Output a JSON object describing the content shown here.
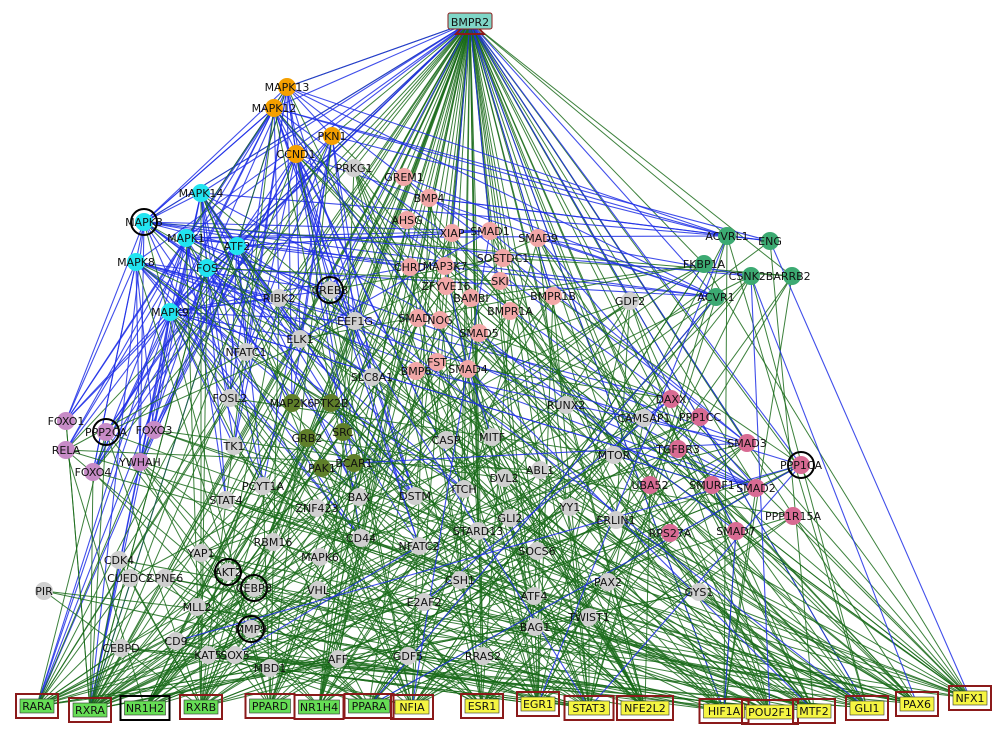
{
  "network": {
    "root": "BMPR2",
    "colors": {
      "activation_edge": "#1a6b1a",
      "inhibition_edge": "#1f2fe6",
      "root_fill": "#7fd6c7",
      "root_border": "#8b1a1a",
      "orange": "#f5a000",
      "cyan": "#22e4f0",
      "pink": "#f2a7a7",
      "green": "#3caa72",
      "magenta": "#d86b93",
      "purple": "#c78bc7",
      "olive": "#5f7f2a",
      "grey": "#cfcfcf",
      "tf_green": "#66dd55",
      "tf_yellow": "#f5f542",
      "tf_border": "#8b1a1a"
    },
    "nodes": [
      {
        "id": "BMPR2",
        "group": "root"
      },
      {
        "id": "MAPK13",
        "group": "orange"
      },
      {
        "id": "MAPK12",
        "group": "orange"
      },
      {
        "id": "PKN1",
        "group": "orange"
      },
      {
        "id": "CCND1",
        "group": "orange"
      },
      {
        "id": "PRKG1",
        "group": "grey"
      },
      {
        "id": "MAPK14",
        "group": "cyan"
      },
      {
        "id": "MAPK3",
        "group": "cyan",
        "hub": true
      },
      {
        "id": "MAPK1",
        "group": "cyan"
      },
      {
        "id": "ATF2",
        "group": "cyan"
      },
      {
        "id": "MAPK8",
        "group": "cyan"
      },
      {
        "id": "FOS",
        "group": "cyan"
      },
      {
        "id": "MAPK9",
        "group": "cyan"
      },
      {
        "id": "GREM1",
        "group": "pink"
      },
      {
        "id": "BMP4",
        "group": "pink"
      },
      {
        "id": "AHSG",
        "group": "pink"
      },
      {
        "id": "XIAP",
        "group": "pink"
      },
      {
        "id": "SMAD1",
        "group": "pink"
      },
      {
        "id": "SMAD9",
        "group": "pink"
      },
      {
        "id": "CHRD",
        "group": "pink"
      },
      {
        "id": "MAP3K7",
        "group": "pink"
      },
      {
        "id": "SOSTDC1",
        "group": "pink"
      },
      {
        "id": "SKI",
        "group": "pink"
      },
      {
        "id": "ZFYVE16",
        "group": "pink"
      },
      {
        "id": "BAMBI",
        "group": "pink"
      },
      {
        "id": "BMPR1B",
        "group": "pink"
      },
      {
        "id": "BMPR1A",
        "group": "pink"
      },
      {
        "id": "SMAD6",
        "group": "pink"
      },
      {
        "id": "NOG",
        "group": "pink"
      },
      {
        "id": "SMAD5",
        "group": "pink"
      },
      {
        "id": "BMP6",
        "group": "pink"
      },
      {
        "id": "FST",
        "group": "pink"
      },
      {
        "id": "SMAD4",
        "group": "pink"
      },
      {
        "id": "RIBK2",
        "group": "grey"
      },
      {
        "id": "CREB3",
        "group": "grey",
        "hub": true
      },
      {
        "id": "EEF1G",
        "group": "grey"
      },
      {
        "id": "ELK1",
        "group": "grey"
      },
      {
        "id": "NFATC1",
        "group": "grey"
      },
      {
        "id": "SLC8A1",
        "group": "grey"
      },
      {
        "id": "ACVRL1",
        "group": "green"
      },
      {
        "id": "ENG",
        "group": "green"
      },
      {
        "id": "FKBP1A",
        "group": "green"
      },
      {
        "id": "CSNK2B",
        "group": "green"
      },
      {
        "id": "ARRB2",
        "group": "green"
      },
      {
        "id": "ACVR1",
        "group": "green"
      },
      {
        "id": "GDF2",
        "group": "grey"
      },
      {
        "id": "MAP2K6",
        "group": "olive"
      },
      {
        "id": "PTK2B",
        "group": "olive"
      },
      {
        "id": "GRB2",
        "group": "olive"
      },
      {
        "id": "SRC",
        "group": "olive"
      },
      {
        "id": "PAK1",
        "group": "olive"
      },
      {
        "id": "BCAR1",
        "group": "olive"
      },
      {
        "id": "FOXO1",
        "group": "purple"
      },
      {
        "id": "PPP2CA",
        "group": "purple",
        "hub": true
      },
      {
        "id": "FOXO3",
        "group": "purple"
      },
      {
        "id": "RELA",
        "group": "purple"
      },
      {
        "id": "YWHAH",
        "group": "purple"
      },
      {
        "id": "FOXO4",
        "group": "purple"
      },
      {
        "id": "FOSL2",
        "group": "grey"
      },
      {
        "id": "TK1",
        "group": "grey"
      },
      {
        "id": "PCYT1A",
        "group": "grey"
      },
      {
        "id": "STAT4",
        "group": "grey"
      },
      {
        "id": "ZNF423",
        "group": "grey"
      },
      {
        "id": "CASP",
        "group": "grey"
      },
      {
        "id": "MITF",
        "group": "grey"
      },
      {
        "id": "RUNX2",
        "group": "grey"
      },
      {
        "id": "DAXX",
        "group": "magenta"
      },
      {
        "id": "CAMSAP1",
        "group": "grey"
      },
      {
        "id": "PPP1CC",
        "group": "magenta"
      },
      {
        "id": "MTOR",
        "group": "grey"
      },
      {
        "id": "TGFBR3",
        "group": "magenta"
      },
      {
        "id": "SMAD3",
        "group": "magenta"
      },
      {
        "id": "PPP1CA",
        "group": "magenta",
        "hub": true
      },
      {
        "id": "UBA52",
        "group": "magenta"
      },
      {
        "id": "SMURF1",
        "group": "magenta"
      },
      {
        "id": "SMAD2",
        "group": "magenta"
      },
      {
        "id": "PPP1R15A",
        "group": "magenta"
      },
      {
        "id": "SMAD7",
        "group": "magenta"
      },
      {
        "id": "RPS27A",
        "group": "magenta"
      },
      {
        "id": "ABL1",
        "group": "grey"
      },
      {
        "id": "DVL2",
        "group": "grey"
      },
      {
        "id": "ITCH",
        "group": "grey"
      },
      {
        "id": "BAX",
        "group": "grey"
      },
      {
        "id": "DSTM",
        "group": "grey"
      },
      {
        "id": "YY1",
        "group": "grey"
      },
      {
        "id": "ERLIN1",
        "group": "grey"
      },
      {
        "id": "GLI2",
        "group": "grey"
      },
      {
        "id": "STARD13",
        "group": "grey"
      },
      {
        "id": "NFATC2",
        "group": "grey"
      },
      {
        "id": "CD44",
        "group": "grey"
      },
      {
        "id": "MAPK6",
        "group": "grey"
      },
      {
        "id": "RBM16",
        "group": "grey"
      },
      {
        "id": "YAP1",
        "group": "grey"
      },
      {
        "id": "CDK4",
        "group": "grey"
      },
      {
        "id": "CUEDC2",
        "group": "grey"
      },
      {
        "id": "CPNE6",
        "group": "grey"
      },
      {
        "id": "AKT2",
        "group": "grey",
        "hub": true
      },
      {
        "id": "CEBPB",
        "group": "grey",
        "hub": true
      },
      {
        "id": "VHL",
        "group": "grey"
      },
      {
        "id": "SOCS6",
        "group": "grey"
      },
      {
        "id": "PAX2",
        "group": "grey"
      },
      {
        "id": "GYS1",
        "group": "grey"
      },
      {
        "id": "PIR",
        "group": "grey"
      },
      {
        "id": "MLL2",
        "group": "grey"
      },
      {
        "id": "MMP9",
        "group": "grey",
        "hub": true
      },
      {
        "id": "CSH1",
        "group": "grey"
      },
      {
        "id": "ATF4",
        "group": "grey"
      },
      {
        "id": "TWIST1",
        "group": "grey"
      },
      {
        "id": "E2AF2",
        "group": "grey"
      },
      {
        "id": "BAG1",
        "group": "grey"
      },
      {
        "id": "CEBPD",
        "group": "grey"
      },
      {
        "id": "CD9",
        "group": "grey"
      },
      {
        "id": "KAT5",
        "group": "grey"
      },
      {
        "id": "SOX5",
        "group": "grey"
      },
      {
        "id": "MBD1",
        "group": "grey"
      },
      {
        "id": "AFF",
        "group": "grey"
      },
      {
        "id": "GDF5",
        "group": "grey"
      },
      {
        "id": "RRAS2",
        "group": "grey"
      }
    ],
    "transcription_factors": [
      {
        "id": "RARA",
        "group": "tf_green"
      },
      {
        "id": "RXRA",
        "group": "tf_green"
      },
      {
        "id": "NR1H2",
        "group": "tf_green",
        "dark_border": true
      },
      {
        "id": "RXRB",
        "group": "tf_green"
      },
      {
        "id": "PPARD",
        "group": "tf_green"
      },
      {
        "id": "NR1H4",
        "group": "tf_green"
      },
      {
        "id": "PPARA",
        "group": "tf_green"
      },
      {
        "id": "NFIA",
        "group": "tf_yellow"
      },
      {
        "id": "ESR1",
        "group": "tf_yellow"
      },
      {
        "id": "EGR1",
        "group": "tf_yellow"
      },
      {
        "id": "STAT3",
        "group": "tf_yellow"
      },
      {
        "id": "NFE2L2",
        "group": "tf_yellow"
      },
      {
        "id": "HIF1A",
        "group": "tf_yellow"
      },
      {
        "id": "POU2F1",
        "group": "tf_yellow"
      },
      {
        "id": "MTF2",
        "group": "tf_yellow"
      },
      {
        "id": "GLI1",
        "group": "tf_yellow"
      },
      {
        "id": "PAX6",
        "group": "tf_yellow"
      },
      {
        "id": "NFX1",
        "group": "tf_yellow"
      }
    ]
  }
}
